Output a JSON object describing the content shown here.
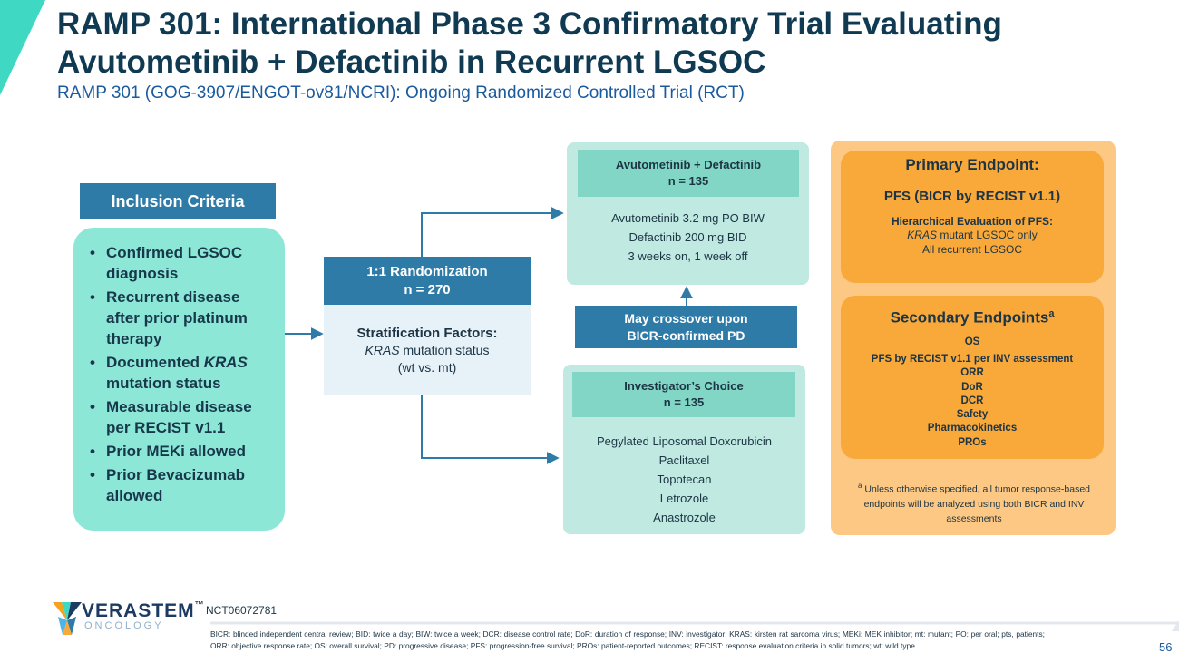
{
  "title": {
    "line1": "RAMP 301: International Phase 3 Confirmatory Trial Evaluating",
    "line2": "Avutometinib + Defactinib in Recurrent LGSOC",
    "subtitle": "RAMP 301 (GOG-3907/ENGOT-ov81/NCRI): Ongoing Randomized Controlled Trial (RCT)"
  },
  "inclusion": {
    "header": "Inclusion Criteria",
    "items": [
      {
        "pre": "Confirmed LGSOC diagnosis",
        "em": "",
        "post": ""
      },
      {
        "pre": "Recurrent disease after prior platinum therapy",
        "em": "",
        "post": ""
      },
      {
        "pre": "Documented ",
        "em": "KRAS",
        "post": " mutation status"
      },
      {
        "pre": "Measurable disease per RECIST v1.1",
        "em": "",
        "post": ""
      },
      {
        "pre": "Prior MEKi allowed",
        "em": "",
        "post": ""
      },
      {
        "pre": "Prior Bevacizumab allowed",
        "em": "",
        "post": ""
      }
    ]
  },
  "randomization": {
    "title": "1:1 Randomization",
    "n": "n = 270",
    "strat_title": "Stratification Factors:",
    "strat_em": "KRAS",
    "strat_rest": " mutation status",
    "strat_values": "(wt vs. mt)"
  },
  "arm_a": {
    "title": "Avutometinib + Defactinib",
    "n": "n = 135",
    "lines": [
      "Avutometinib 3.2 mg PO BIW",
      "Defactinib 200 mg BID",
      "3 weeks on, 1 week off"
    ]
  },
  "crossover": {
    "line1": "May crossover upon",
    "line2": "BICR-confirmed PD"
  },
  "arm_b": {
    "title": "Investigator’s Choice",
    "n": "n = 135",
    "lines": [
      "Pegylated Liposomal Doxorubicin",
      "Paclitaxel",
      "Topotecan",
      "Letrozole",
      "Anastrozole"
    ]
  },
  "primary": {
    "title": "Primary Endpoint:",
    "pfs": "PFS (BICR by RECIST v1.1)",
    "hier": "Hierarchical Evaluation of PFS:",
    "kras_em": "KRAS",
    "kras_rest": " mutant LGSOC only",
    "all": "All recurrent LGSOC"
  },
  "secondary": {
    "title": "Secondary Endpoints",
    "sup": "a",
    "items": [
      "OS",
      "PFS by RECIST v1.1 per INV assessment",
      "ORR",
      "DoR",
      "DCR",
      "Safety",
      "Pharmacokinetics",
      "PROs"
    ]
  },
  "footnote": {
    "sup": "a",
    "text": " Unless otherwise specified, all tumor response-based endpoints will be analyzed using both BICR and INV assessments"
  },
  "logo": {
    "name": "VERASTEM",
    "tm": "™",
    "sub": "ONCOLOGY"
  },
  "nct": "NCT06072781",
  "abbreviations": "BICR: blinded independent central review; BID: twice a day; BIW: twice a week; DCR: disease control rate; DoR: duration of response; INV: investigator; KRAS: kirsten rat sarcoma virus; MEKi: MEK inhibitor; mt: mutant; PO: per oral; pts, patients; ORR: objective response rate; OS: overall survival; PD: progressive disease; PFS: progression-free survival; PROs: patient-reported outcomes; RECIST: response evaluation criteria in solid tumors; wt: wild type.",
  "page_number": "56",
  "colors": {
    "title": "#0f3a52",
    "subtitle": "#1a5a9e",
    "header_blue": "#2f7ba8",
    "teal_light": "#8de7d7",
    "teal_box": "#bfe9e1",
    "teal_head": "#82d6c5",
    "orange_outer": "#fdc884",
    "orange_inner": "#f8a93a",
    "accent": "#3fd9c3"
  }
}
